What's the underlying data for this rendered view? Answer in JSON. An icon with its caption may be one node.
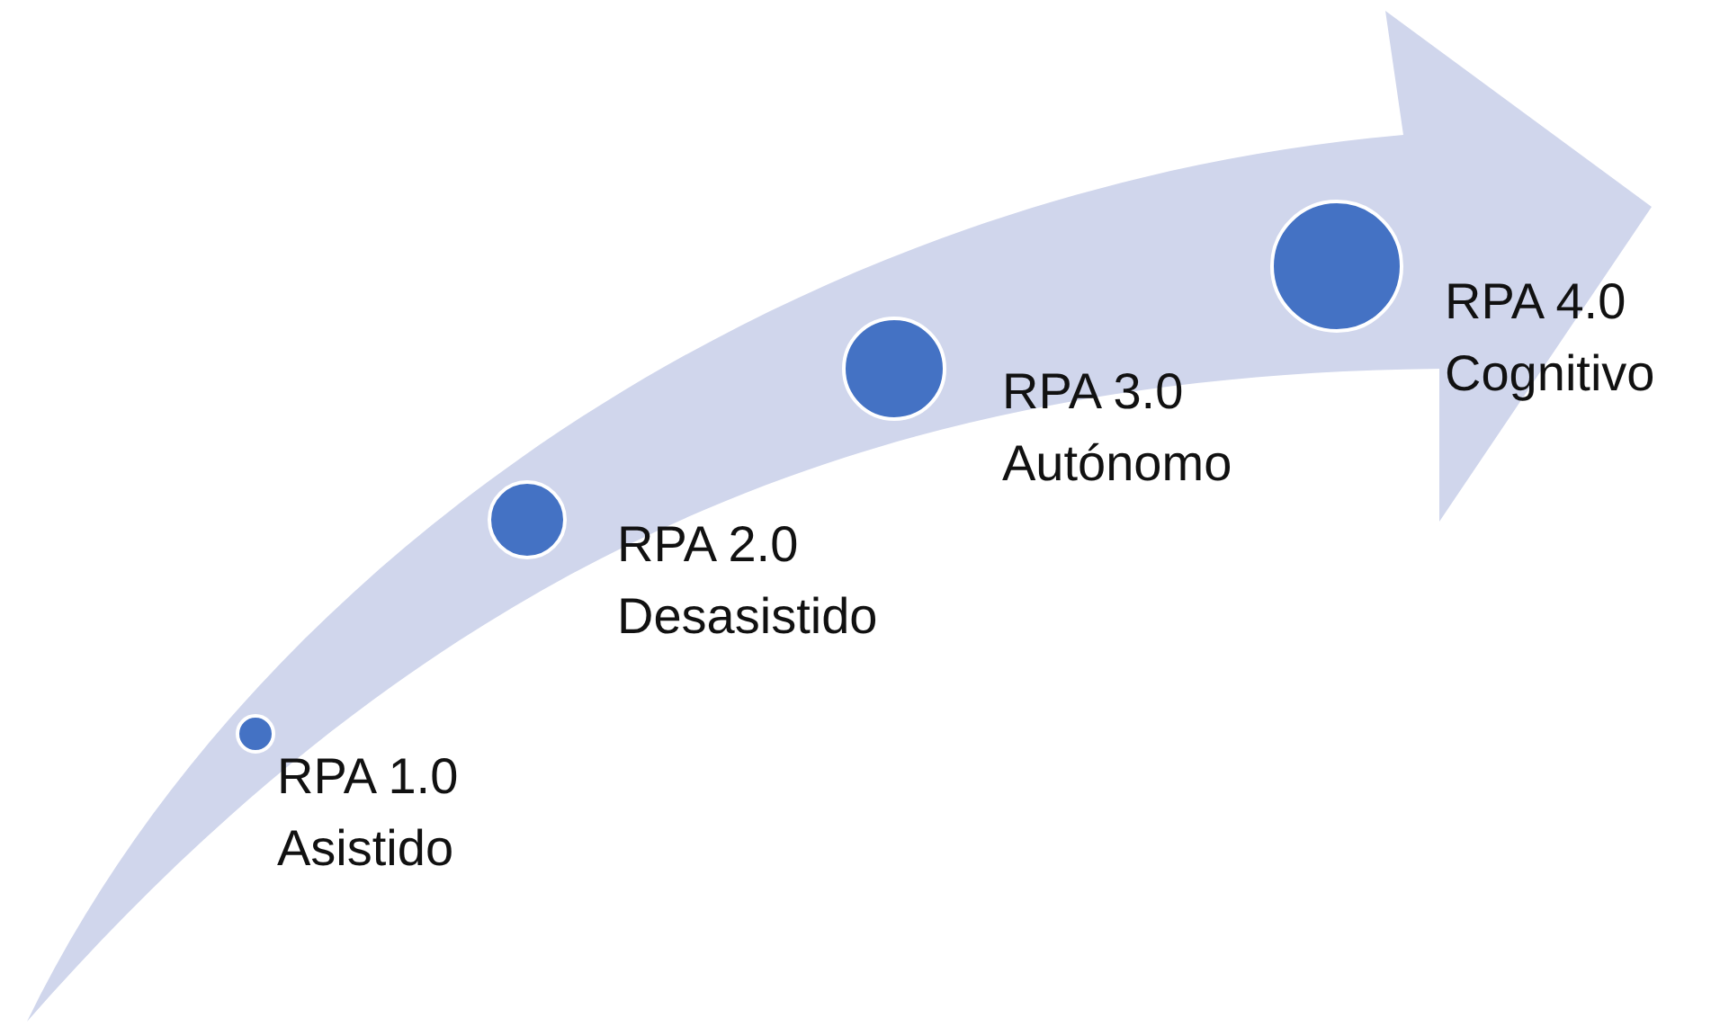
{
  "diagram": {
    "nodes": [
      {
        "text": [],
        "shape": "circle",
        "beside": [
          "RPA 1.0 Asistido"
        ]
      },
      {
        "text": [],
        "shape": "circle",
        "beside": [
          "RPA 2.0 Desasistido"
        ]
      },
      {
        "text": [],
        "shape": "circle",
        "beside": [
          "RPA 3.0 Autónomo"
        ]
      },
      {
        "text": [],
        "shape": "circle",
        "beside": [
          "RPA 4.0 Cognitivo"
        ]
      }
    ],
    "edges": []
  }
}
